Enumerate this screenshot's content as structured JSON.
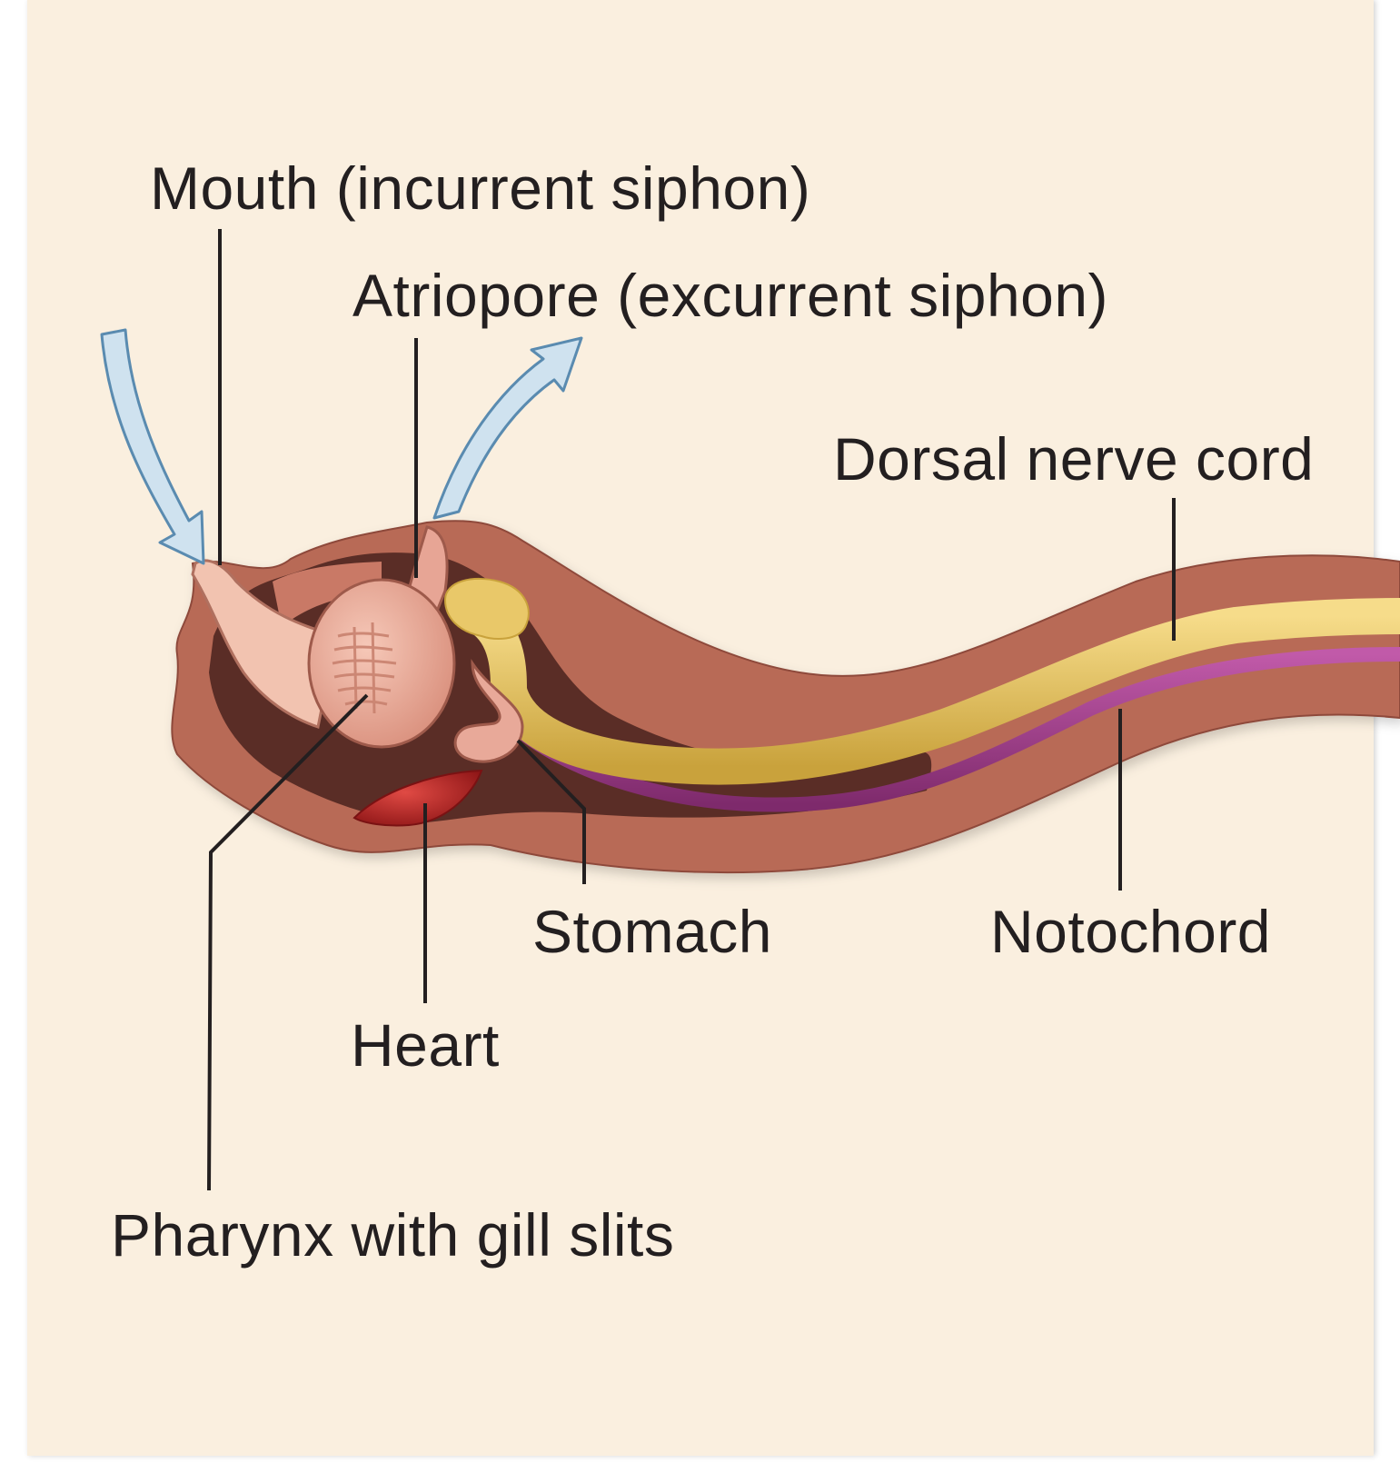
{
  "labels": {
    "mouth": "Mouth (incurrent siphon)",
    "atriopore": "Atriopore (excurrent siphon)",
    "dorsal_nerve_cord": "Dorsal nerve cord",
    "stomach": "Stomach",
    "notochord": "Notochord",
    "heart": "Heart",
    "pharynx": "Pharynx with gill slits"
  },
  "colors": {
    "background": "#faefdf",
    "body_wall": "#b86a57",
    "body_cavity": "#5a2d26",
    "nerve_cord": "#e6c463",
    "notochord": "#a23b8c",
    "pharynx": "#f0b7a6",
    "heart": "#c42a28",
    "water_arrow": "#cfe2ef",
    "leader_line": "#231f20"
  }
}
